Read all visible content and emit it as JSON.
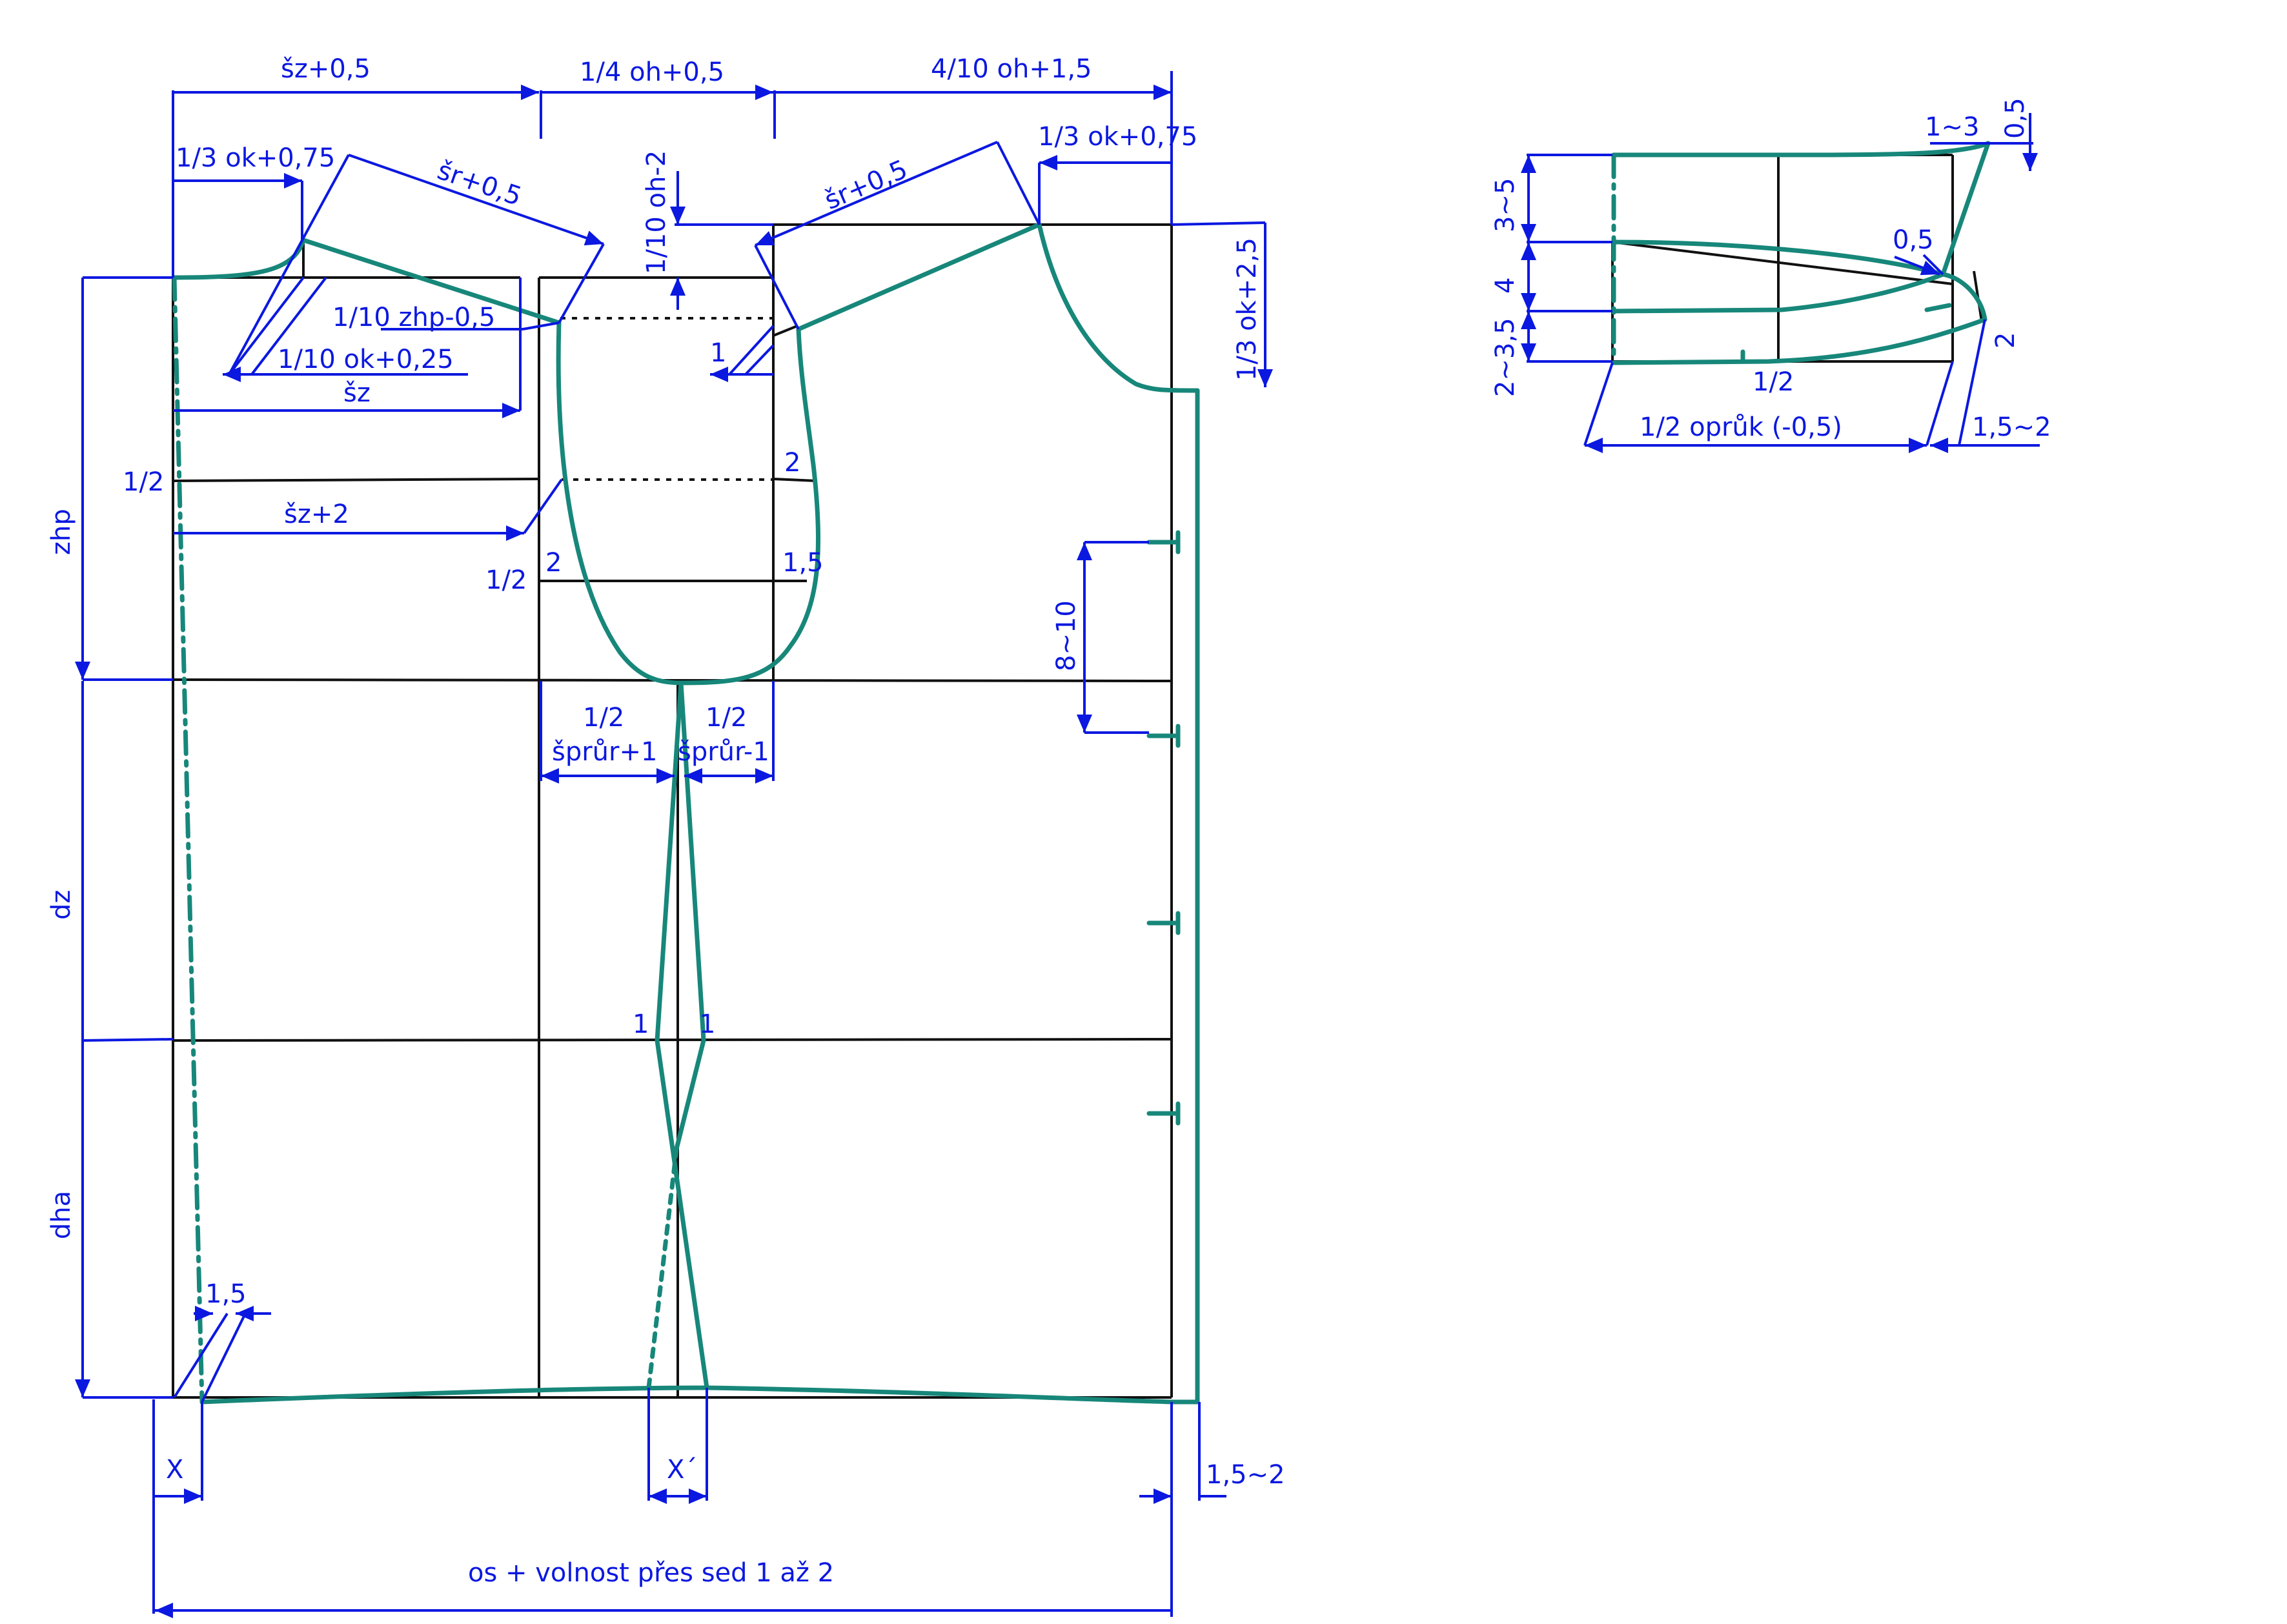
{
  "colors": {
    "dimension": "#0b18e0",
    "pattern": "#17877a",
    "construction": "#111111",
    "background": "#ffffff"
  },
  "labels": {
    "sz_05": "šz+0,5",
    "oh4_05": "1/4 oh+0,5",
    "oh410_15": "4/10 oh+1,5",
    "ok3_075_left": "1/3 ok+0,75",
    "sr_05_left": "šr+0,5",
    "oh10_2": "1/10 oh-2",
    "sr_05_right": "šr+0,5",
    "ok3_075_right": "1/3 ok+0,75",
    "ok3_25": "1/3 ok+2,5",
    "zhp10_05": "1/10 zhp-0,5",
    "ok10_025": "1/10 ok+0,25",
    "sz": "šz",
    "one_top": "1",
    "half_left_1": "1/2",
    "two_right": "2",
    "sz_2": "šz+2",
    "two_left": "2",
    "half_left_2": "1/2",
    "one_five": "1,5",
    "zhp": "zhp",
    "eight_ten": "8~10",
    "half_a": "1/2",
    "sprur_plus": "šprůr+1",
    "half_b": "1/2",
    "sprur_minus": "šprůr-1",
    "dz": "dz",
    "one_l": "1",
    "one_r": "1",
    "dha": "dha",
    "one_five_hem": "1,5",
    "x": "X",
    "x_prime": "X´",
    "one_five_two": "1,5~2",
    "os_total": "os + volnost přes sed 1 až 2"
  },
  "collar": {
    "one_three": "1~3",
    "zero_five_top": "0,5",
    "three_five": "3~5",
    "zero_five": "0,5",
    "four": "4",
    "two_three_five": "2~3,5",
    "two": "2",
    "half": "1/2",
    "oprok": "1/2 oprůk (-0,5)",
    "one_five_two": "1,5~2"
  }
}
